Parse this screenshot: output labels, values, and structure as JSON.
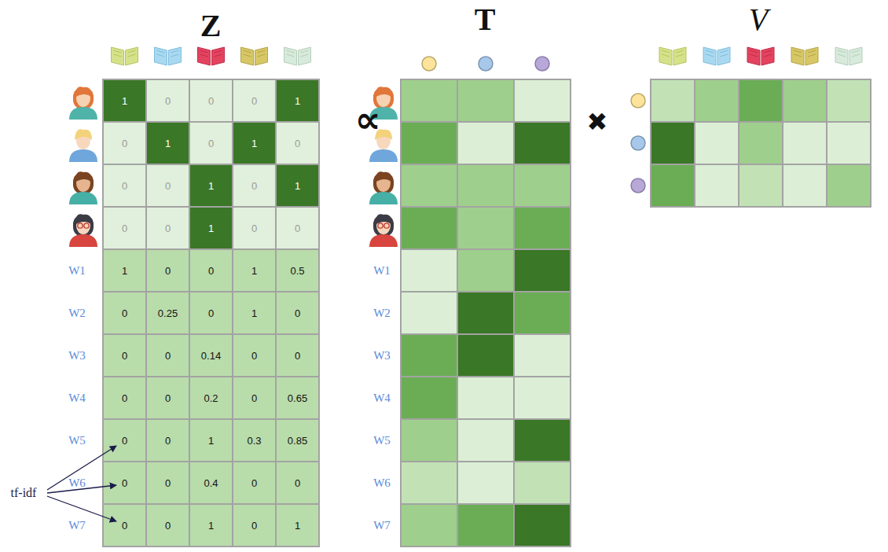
{
  "diagram": {
    "labels": [
      "Z",
      "T",
      "V",
      "∝",
      "✖",
      "tf-idf",
      "1",
      "0",
      "0",
      "0",
      "1",
      "0",
      "1",
      "0",
      "1",
      "0",
      "0",
      "0",
      "1",
      "0",
      "1",
      "0",
      "0",
      "1",
      "0",
      "0",
      "W1",
      "1",
      "0",
      "0",
      "1",
      "0.5",
      "W2",
      "0",
      "0.25",
      "0",
      "1",
      "0",
      "W3",
      "0",
      "0",
      "0.14",
      "0",
      "0",
      "W4",
      "0",
      "0",
      "0.2",
      "0",
      "0.65",
      "W5",
      "0",
      "0",
      "1",
      "0.3",
      "0.85",
      "W6",
      "0",
      "0",
      "0.4",
      "0",
      "0",
      "W7",
      "0",
      "0",
      "1",
      "0",
      "1",
      "W1",
      "W2",
      "W3",
      "W4",
      "W5",
      "W6",
      "W7"
    ]
  }
}
